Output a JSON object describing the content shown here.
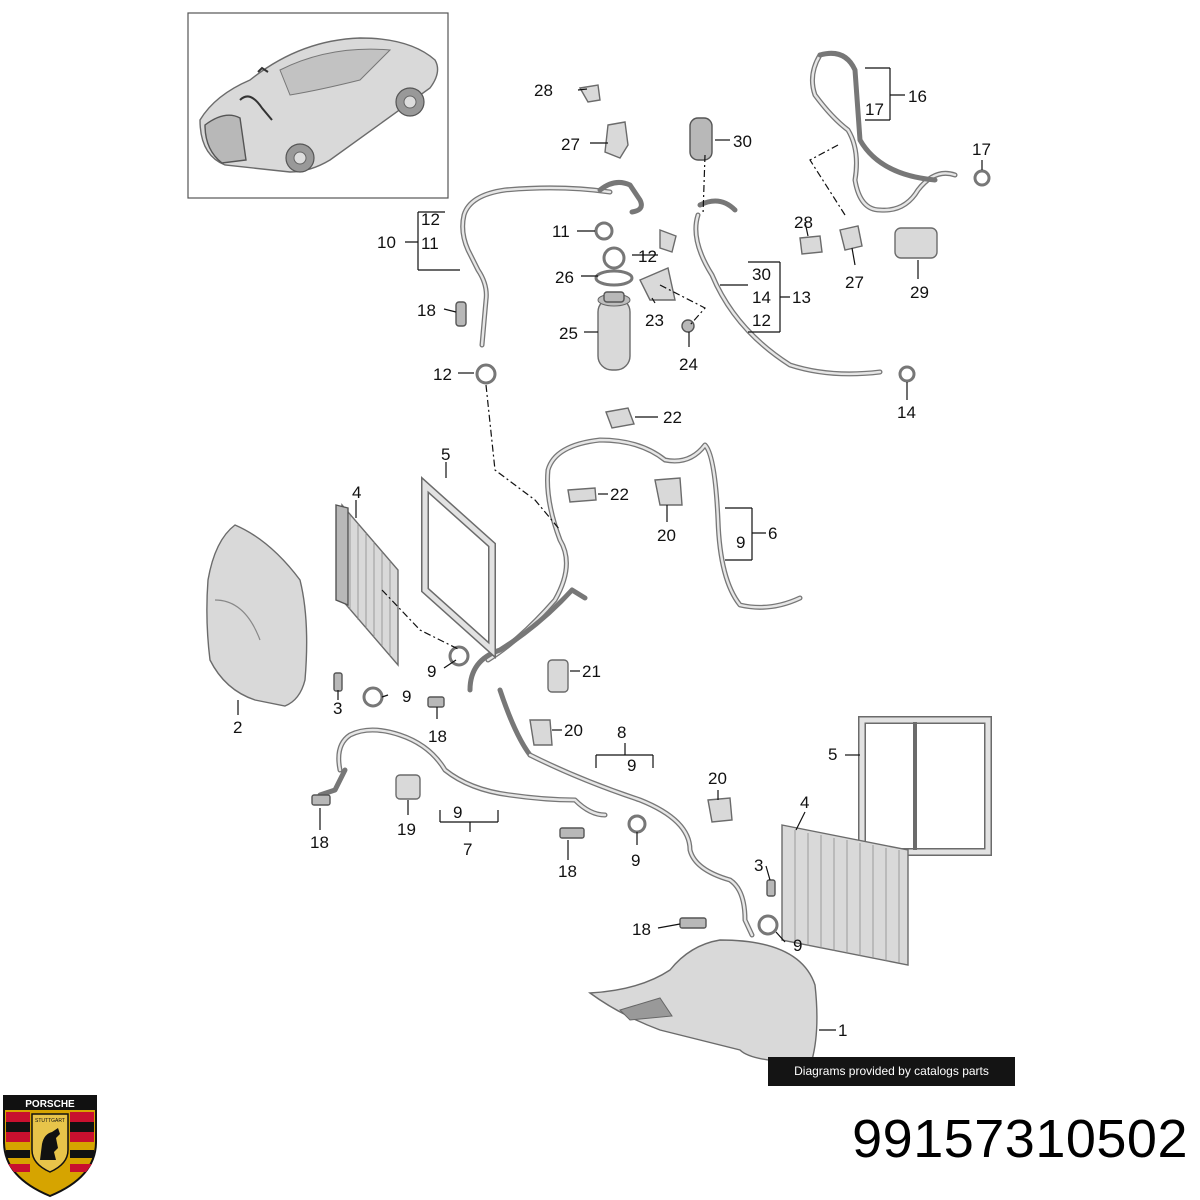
{
  "callouts": {
    "c1": "1",
    "c2": "2",
    "c3a": "3",
    "c3b": "3",
    "c4a": "4",
    "c4b": "4",
    "c5a": "5",
    "c5b": "5",
    "c6": "6",
    "c7": "7",
    "c8": "8",
    "c9a": "9",
    "c9b": "9",
    "c9c": "9",
    "c9d": "9",
    "c9e": "9",
    "c9f": "9",
    "c9g": "9",
    "c10": "10",
    "c11a": "11",
    "c11b": "11",
    "c12a": "12",
    "c12b": "12",
    "c12c": "12",
    "c12d": "12",
    "c13": "13",
    "c14a": "14",
    "c14b": "14",
    "c16": "16",
    "c17a": "17",
    "c17b": "17",
    "c18a": "18",
    "c18b": "18",
    "c18c": "18",
    "c18d": "18",
    "c18e": "18",
    "c19": "19",
    "c20a": "20",
    "c20b": "20",
    "c20c": "20",
    "c21": "21",
    "c22a": "22",
    "c22b": "22",
    "c23": "23",
    "c24": "24",
    "c25": "25",
    "c26": "26",
    "c27a": "27",
    "c27b": "27",
    "c28a": "28",
    "c28b": "28",
    "c29": "29",
    "c30a": "30",
    "c30b": "30"
  },
  "watermark": "Diagrams provided by catalogs parts",
  "part_number": "99157310502",
  "brand": {
    "crest_label": "PORSCHE",
    "crest_city": "STUTTGART",
    "crest_colors": [
      "#c8102e",
      "#111111",
      "#d6a400"
    ]
  },
  "icons": [
    "car-overview-icon",
    "porsche-crest-icon"
  ]
}
